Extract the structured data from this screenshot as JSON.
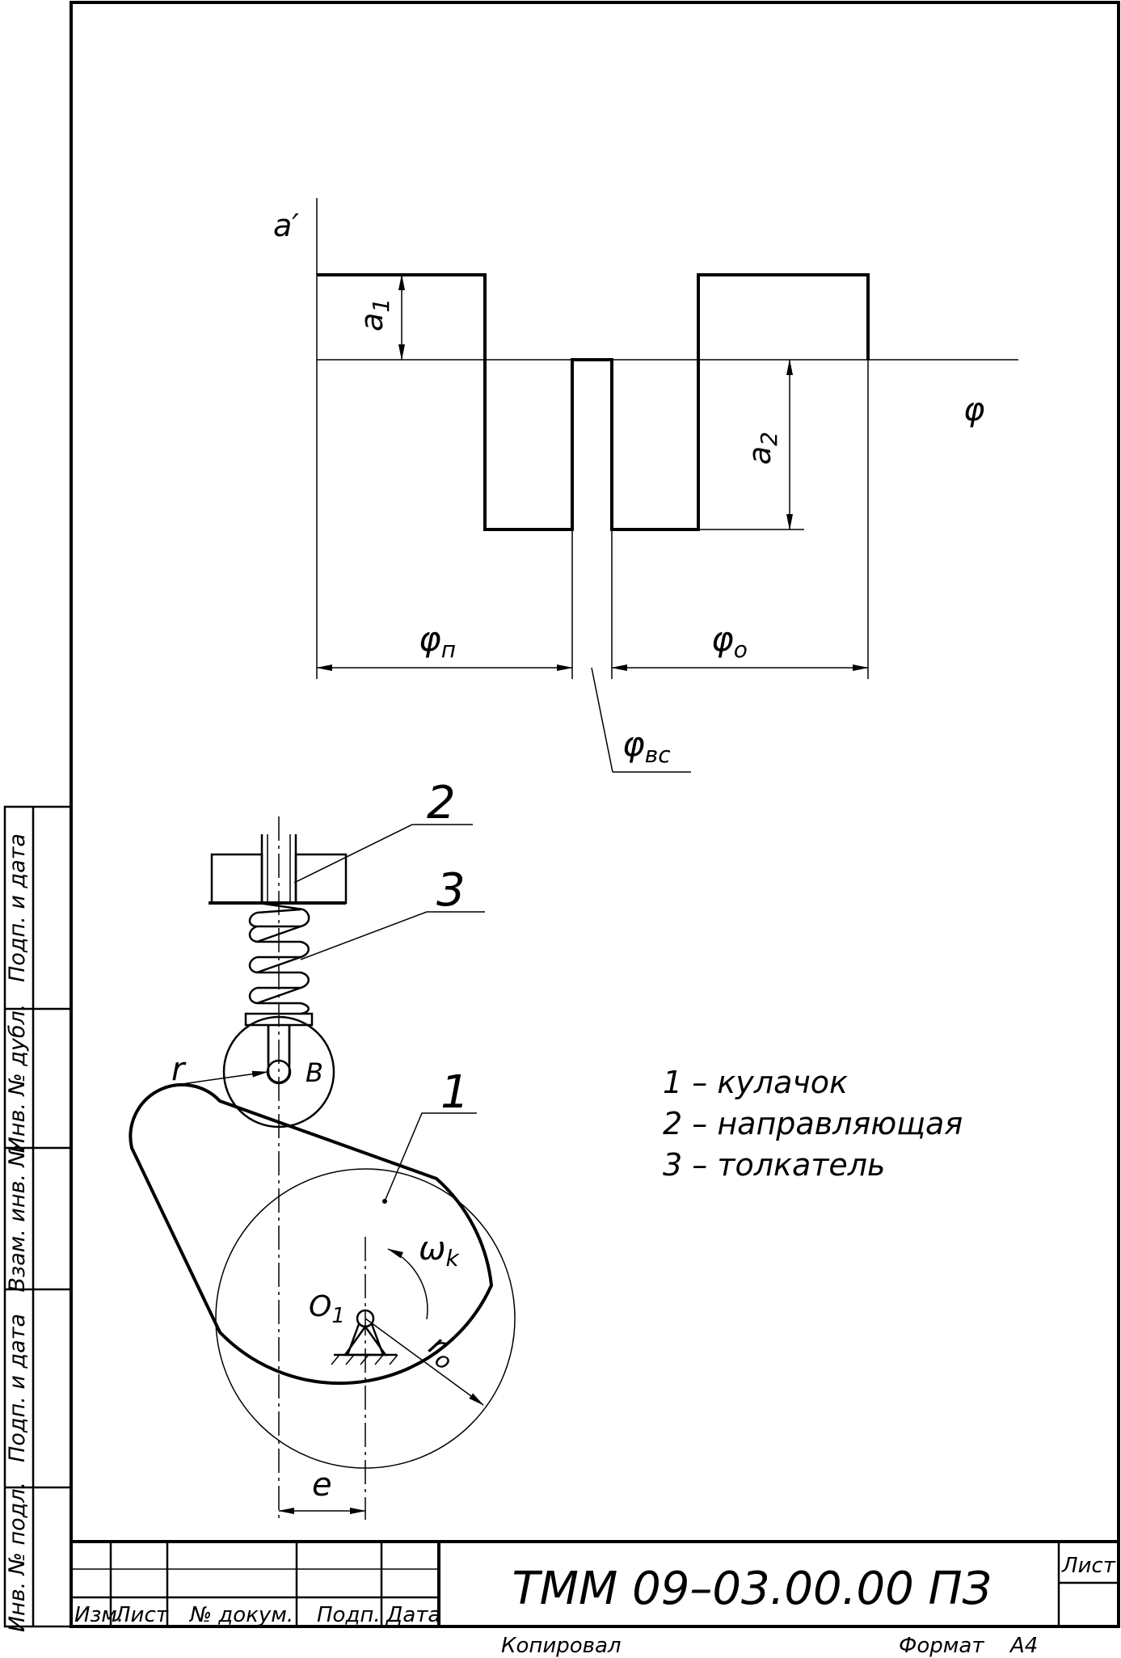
{
  "drawing": {
    "diagram": {
      "y_axis_label": "a′",
      "x_axis_label": "φ",
      "a1_label": "a",
      "a1_sub": "1",
      "a2_label": "a",
      "a2_sub": "2",
      "phi_p_label": "φ",
      "phi_p_sub": "п",
      "phi_o_label": "φ",
      "phi_o_sub": "о",
      "phi_vs_label": "φ",
      "phi_vs_sub": "вс"
    },
    "mechanism": {
      "callout_2": "2",
      "callout_3": "3",
      "callout_1": "1",
      "roller_radius_label": "r",
      "point_b_label": "B",
      "center_label": "O",
      "center_sub": "1",
      "omega_label": "ω",
      "omega_sub": "k",
      "base_radius_label": "r",
      "base_radius_sub": "o",
      "offset_label": "e"
    },
    "legend": [
      "1 – кулачок",
      "2 – направляющая",
      "3 – толкатель"
    ]
  },
  "side_stamp": [
    "Подп. и дата",
    "Инв. № дубл.",
    "Взам. инв. №",
    "Подп. и дата",
    "Инв. № подл."
  ],
  "title_block": {
    "designation": "ТММ 09–03.00.00 ПЗ",
    "sheet_label": "Лист",
    "columns": [
      "Изм.",
      "Лист",
      "№ докум.",
      "Подп.",
      "Дата"
    ],
    "copied_label": "Копировал",
    "format_label": "Формат",
    "format_value": "А4"
  }
}
